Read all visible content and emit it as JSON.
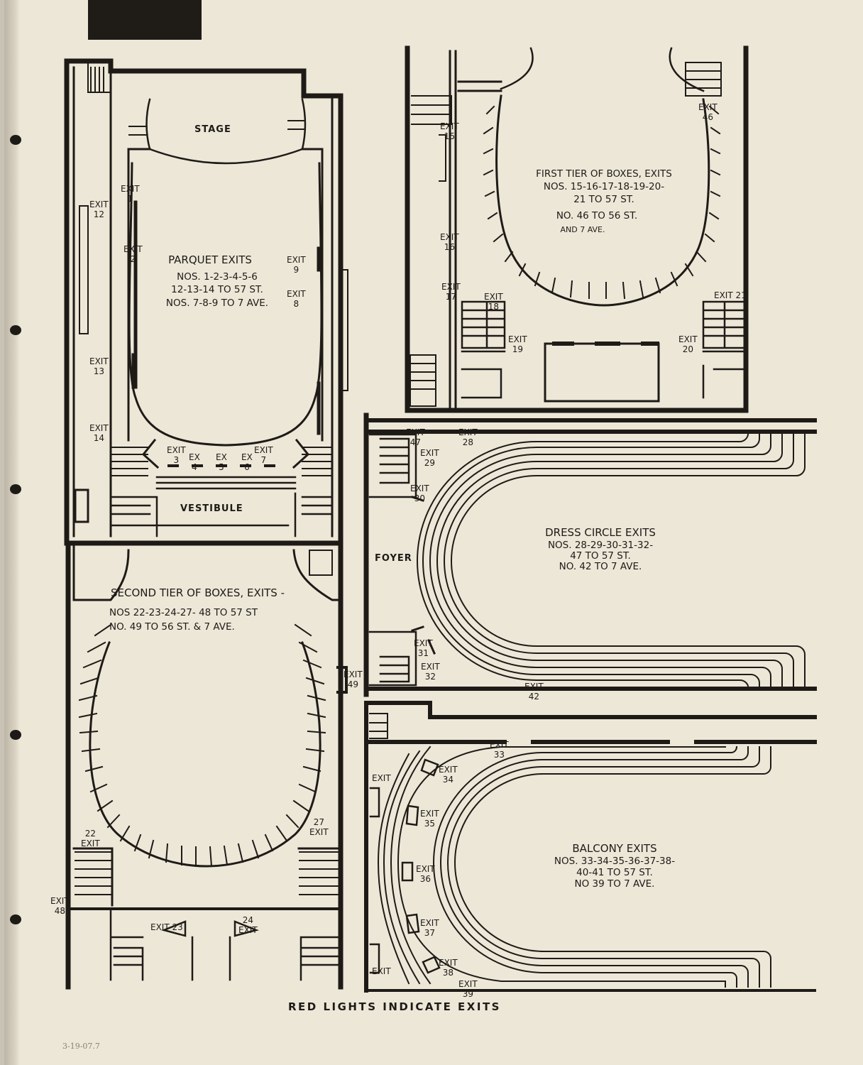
{
  "parquet": {
    "stage": "STAGE",
    "title": "PARQUET EXITS",
    "line1": "NOS. 1-2-3-4-5-6",
    "line2": "12-13-14 TO 57 ST.",
    "line3": "NOS. 7-8-9 TO 7 AVE.",
    "vestibule": "VESTIBULE",
    "exit1": "EXIT\n1",
    "exit2": "EXIT\n2",
    "exit3": "EXIT\n3",
    "ex4": "EX\n4",
    "ex5": "EX\n5",
    "ex6": "EX\n6",
    "exit7": "EXIT\n7",
    "exit8": "EXIT\n8",
    "exit9": "EXIT\n9",
    "exit12": "EXIT\n12",
    "exit13": "EXIT\n13",
    "exit14": "EXIT\n14"
  },
  "first_tier": {
    "title": "FIRST TIER OF BOXES, EXITS",
    "line1": "NOS. 15-16-17-18-19-20-",
    "line2": "21 TO 57 ST.",
    "line3": "NO. 46 TO 56 ST.",
    "line4": "AND 7 AVE.",
    "exit15": "EXIT\n15",
    "exit16": "EXIT\n16",
    "exit17": "EXIT\n17",
    "exit18": "EXIT\n18",
    "exit19": "EXIT\n19",
    "exit20": "EXIT\n20",
    "exit21": "EXIT 21",
    "exit46": "EXIT\n46"
  },
  "dress_circle": {
    "title": "DRESS CIRCLE EXITS",
    "line1": "NOS. 28-29-30-31-32-",
    "line2": "47 TO 57 ST.",
    "line3": "NO. 42 TO 7 AVE.",
    "foyer": "FOYER",
    "exit47": "EXIT\n47",
    "exit28": "EXIT\n28",
    "exit29": "EXIT\n29",
    "exit30": "EXIT\n30",
    "exit31": "EXIT\n31",
    "exit32": "EXIT\n32",
    "exit42": "EXIT\n42"
  },
  "second_tier": {
    "title": "SECOND TIER OF BOXES, EXITS -",
    "line1": "NOS 22-23-24-27- 48 TO 57 ST",
    "line2": "NO. 49 TO 56 ST. & 7 AVE.",
    "exit22": "22\nEXIT",
    "exit27": "27\nEXIT",
    "exit23": "EXIT 23",
    "exit24": "24\nEXIT",
    "exit48": "EXIT\n48",
    "exit49": "EXIT\n49"
  },
  "balcony": {
    "title": "BALCONY EXITS",
    "line1": "NOS. 33-34-35-36-37-38-",
    "line2": "40-41 TO 57 ST.",
    "line3": "NO 39 TO 7 AVE.",
    "exit33": "EXIT\n33",
    "exit34": "EXIT\n34",
    "exit35": "EXIT\n35",
    "exit36": "EXIT\n36",
    "exit37": "EXIT\n37",
    "exit38": "EXIT\n38",
    "exit39": "EXIT\n39",
    "exit_a": "EXIT",
    "exit_b": "EXIT"
  },
  "footer": "RED LIGHTS INDICATE EXITS",
  "archive_mark": "3-19-07.7"
}
